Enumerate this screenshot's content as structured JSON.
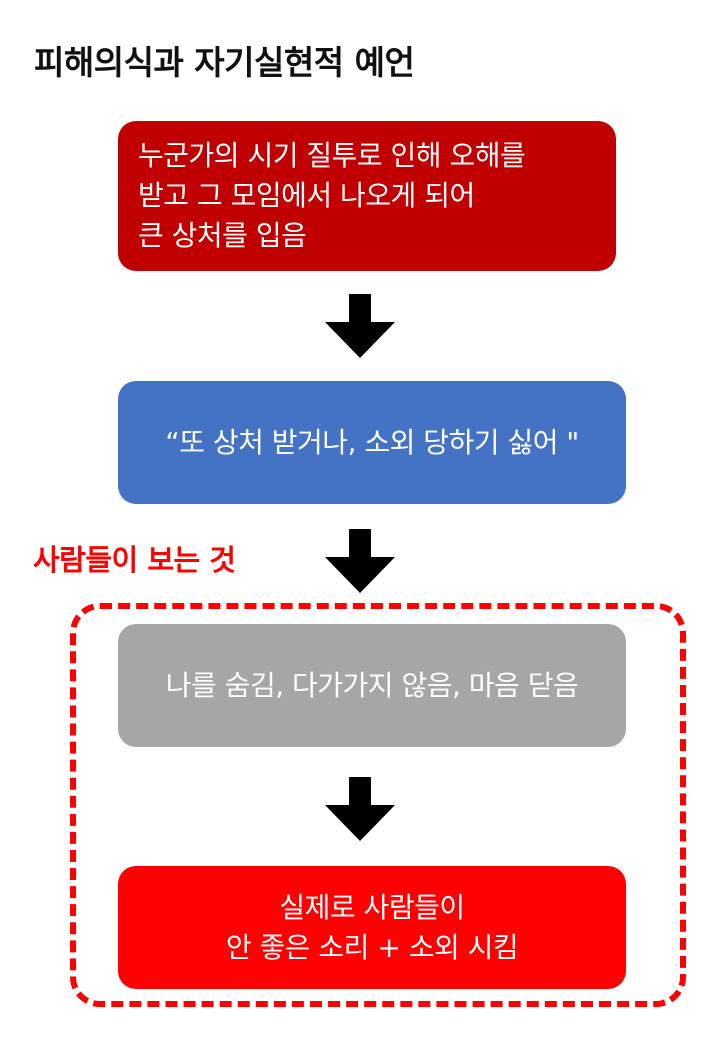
{
  "title": "피해의식과 자기실현적 예언",
  "boxes": {
    "box1": {
      "lines": [
        "누군가의 시기 질투로 인해 오해를",
        "받고 그 모임에서 나오게 되어",
        "큰 상처를 입음"
      ],
      "color": "#c00000"
    },
    "box2": {
      "text": "“또 상처 받거나, 소외 당하기 싫어 \"",
      "color": "#4472c4"
    },
    "box3": {
      "text": "나를 숨김, 다가가지 않음, 마음 닫음",
      "color": "#a6a6a6"
    },
    "box4": {
      "lines": [
        "실제로 사람들이",
        "안 좋은 소리 + 소외 시킴"
      ],
      "color": "#ff0000"
    }
  },
  "observed_label": "사람들이 보는 것",
  "colors": {
    "label": "#ff0000",
    "dashed_border": "#ff0000",
    "arrow": "#000000"
  },
  "icons": {
    "arrow": "down-arrow-icon"
  }
}
